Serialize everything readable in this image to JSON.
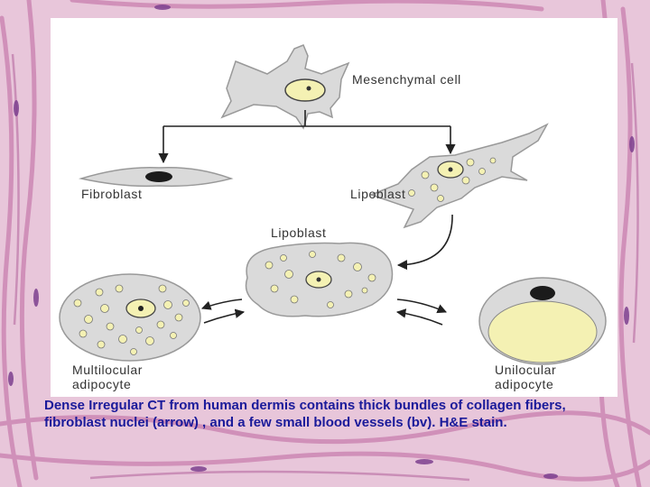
{
  "labels": {
    "mesenchymal": "Mesenchymal cell",
    "fibroblast": "Fibroblast",
    "lipoblast_right": "Lipoblast",
    "lipoblast_center": "Lipoblast",
    "multilocular_line1": "Multilocular",
    "multilocular_line2": "adipocyte",
    "unilocular_line1": "Unilocular",
    "unilocular_line2": "adipocyte"
  },
  "caption": "Dense Irregular CT from human dermis contains thick bundles of collagen fibers,  fibroblast nuclei (arrow) , and a few small blood vessels (bv). H&E stain.",
  "colors": {
    "background_tissue": "#e8c6da",
    "fiber_pink": "#c97fae",
    "nucleus_purple": "#7d3f8e",
    "panel": "#ffffff",
    "cell_fill": "#dadada",
    "lipid_droplet": "#f4f1b3",
    "nucleus_dark": "#1b1b1b",
    "caption_text": "#1a1a9a"
  }
}
